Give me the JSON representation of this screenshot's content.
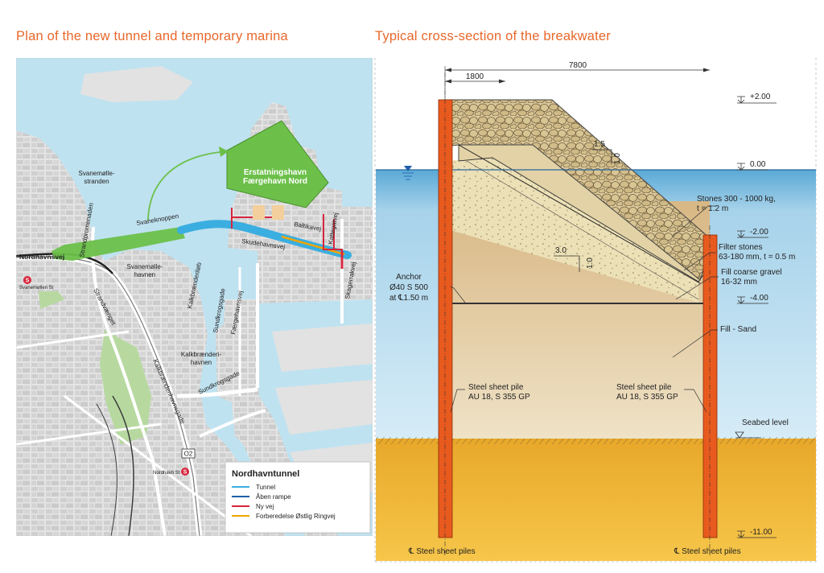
{
  "left_title": "Plan of the new tunnel and temporary marina",
  "right_title": "Typical cross-section of the breakwater",
  "map": {
    "labels": {
      "svanemolle_stranden": [
        "Svanemølle-",
        "stranden"
      ],
      "strandpromenaden": "Strandpromenaden",
      "nordhavnsvej": "Nordhavnsvej",
      "svanemollen_st": "Svanemøllen St",
      "svaneknoppen": "Svaneknoppen",
      "svanemolle_havnen": [
        "Svanemølle-",
        "havnen"
      ],
      "strandvaenget": "Strandvænget",
      "erstatningshavn": [
        "Erstatningshavn",
        "Færgehavn Nord"
      ],
      "baltikavej": "Baltikavej",
      "kattegatvej": "Kattegatvej",
      "skudehavnsvej": "Skudehavnsvej",
      "kalkbraenderilob": "Kalkbrænderiløb",
      "sundkrogsgade_v": "Sundkrogsgade",
      "faergehavnsvej": "Færgehavnsvej",
      "skagerrakvej": "Skagerrakvej",
      "kalkbraenderi_havnen": [
        "Kalkbrænderi-",
        "havnen"
      ],
      "sundkrogsgade_h": "Sundkrogsgade",
      "kalkbraenderihavnsgade": "Kalkbrænderihavnsgade",
      "o2": "O2",
      "nordhavn_st": "Nordhavn St"
    },
    "legend": {
      "title": "Nordhavntunnel",
      "items": [
        {
          "label": "Tunnel",
          "color": "#3aaee0"
        },
        {
          "label": "Åben rampe",
          "color": "#1f5fa8"
        },
        {
          "label": "Ny vej",
          "color": "#d7263d"
        },
        {
          "label": "Forberedelse Østlig Ringvej",
          "color": "#f0a500"
        }
      ]
    }
  },
  "section": {
    "dim_7800": "7800",
    "dim_1800": "1800",
    "levels": [
      "+2.00",
      "0.00",
      "-2.00",
      "-4.00",
      "-11.00"
    ],
    "slope1": {
      "h": "1.5",
      "v": "1.0"
    },
    "slope2": {
      "h": "3.0",
      "v": "1.0"
    },
    "stones": [
      "Stones 300 - 1000 kg,",
      "t = 1.2 m"
    ],
    "filter": [
      "Filter stones",
      "63-180 mm, t = 0.5 m"
    ],
    "fill_gravel": [
      "Fill coarse gravel",
      "16-32 mm"
    ],
    "fill_sand": "Fill - Sand",
    "anchor": [
      "Anchor",
      "Ø40 S 500",
      "at ℄1.50 m"
    ],
    "pile_left": [
      "Steel sheet pile",
      "AU 18, S 355 GP"
    ],
    "pile_right": [
      "Steel sheet pile",
      "AU 18, S 355 GP"
    ],
    "seabed": "Seabed level",
    "cl_left": "℄ Steel sheet piles",
    "cl_right": "℄ Steel sheet piles"
  }
}
